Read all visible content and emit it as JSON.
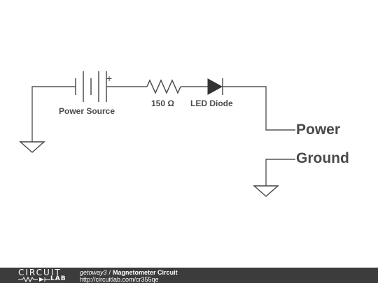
{
  "diagram": {
    "labels": {
      "power_source": "Power Source",
      "battery_polarity": "+",
      "resistor_value": "150 Ω",
      "led": "LED Diode",
      "power_net": "Power",
      "ground_net": "Ground"
    }
  },
  "footer": {
    "logo_top": "CIRCUIT",
    "logo_bottom": "LAB",
    "author": "getoway3",
    "separator": "/",
    "title": "Magnetometer Circuit",
    "url": "http://circuitlab.com/cr355qe"
  },
  "colors": {
    "wire": "#555555",
    "text": "#4a4a4a",
    "footer_bg": "#3c3c3c"
  }
}
